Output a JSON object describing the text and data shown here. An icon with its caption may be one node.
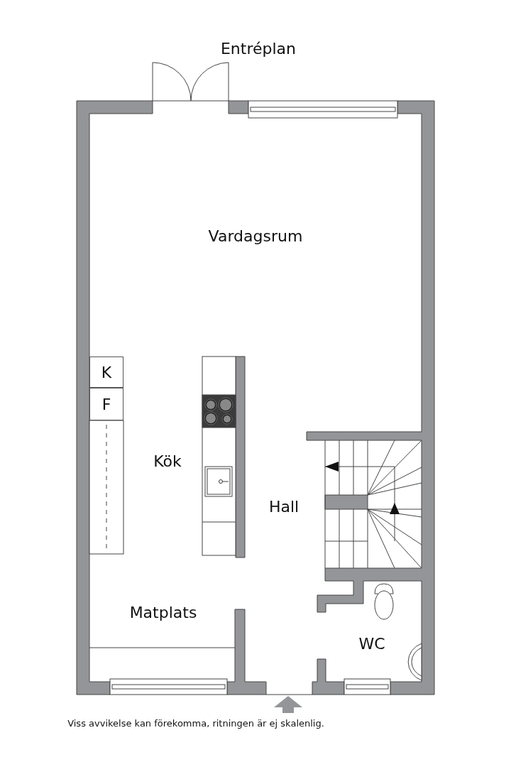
{
  "diagram": {
    "title": "Entréplan",
    "nodes": [
      {
        "text": [
          "K"
        ]
      },
      {
        "text": [
          "F"
        ]
      }
    ],
    "labels": [
      "Vardagsrum",
      "Kök",
      "Hall",
      "Matplats",
      "WC"
    ],
    "caption": "Viss avvikelse kan förekomma, ritningen är ej skalenlig."
  }
}
